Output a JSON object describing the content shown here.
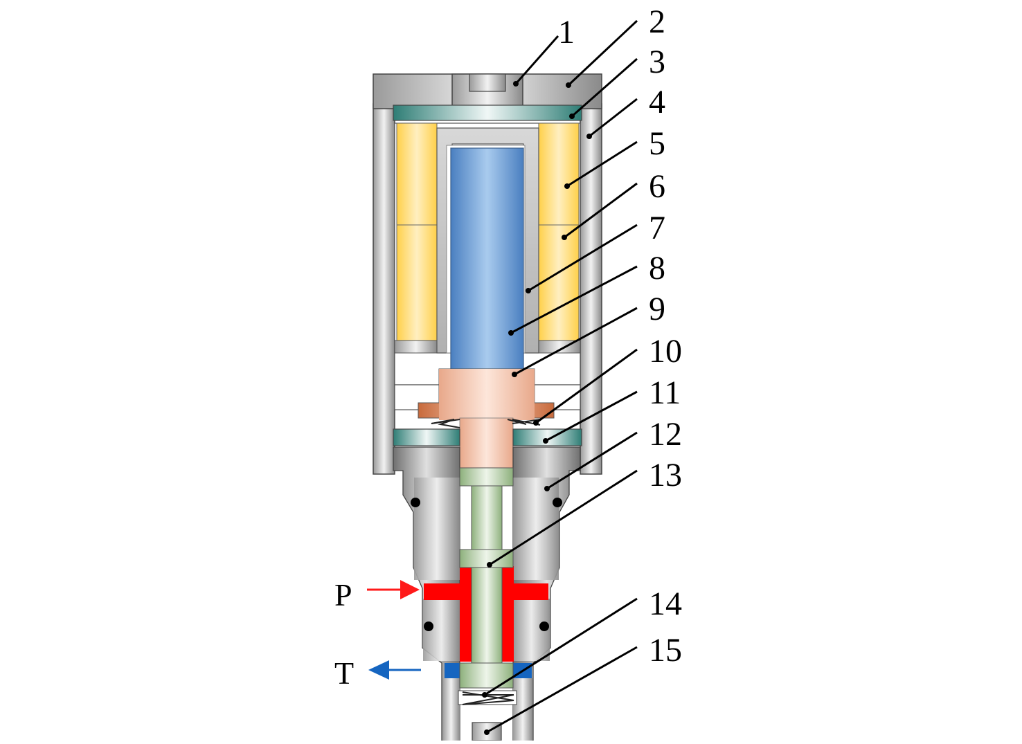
{
  "callouts": [
    {
      "id": "1",
      "label": "1"
    },
    {
      "id": "2",
      "label": "2"
    },
    {
      "id": "3",
      "label": "3"
    },
    {
      "id": "4",
      "label": "4"
    },
    {
      "id": "5",
      "label": "5"
    },
    {
      "id": "6",
      "label": "6"
    },
    {
      "id": "7",
      "label": "7"
    },
    {
      "id": "8",
      "label": "8"
    },
    {
      "id": "9",
      "label": "9"
    },
    {
      "id": "10",
      "label": "10"
    },
    {
      "id": "11",
      "label": "11"
    },
    {
      "id": "12",
      "label": "12"
    },
    {
      "id": "13",
      "label": "13"
    },
    {
      "id": "14",
      "label": "14"
    },
    {
      "id": "15",
      "label": "15"
    }
  ],
  "ports": {
    "pressure": {
      "label": "P",
      "color": "#ff1a1a"
    },
    "tank": {
      "label": "T",
      "color": "#1565c0"
    }
  },
  "colors": {
    "housing": "#c8c8c8",
    "coil": "#ffd966",
    "armature": "#5b9bd5",
    "push_rod": "#f4b79b",
    "washer": "#2e7d75",
    "spool": "#a9c89a",
    "oil_pressure": "#ff0000",
    "oil_tank": "#1565c0"
  }
}
